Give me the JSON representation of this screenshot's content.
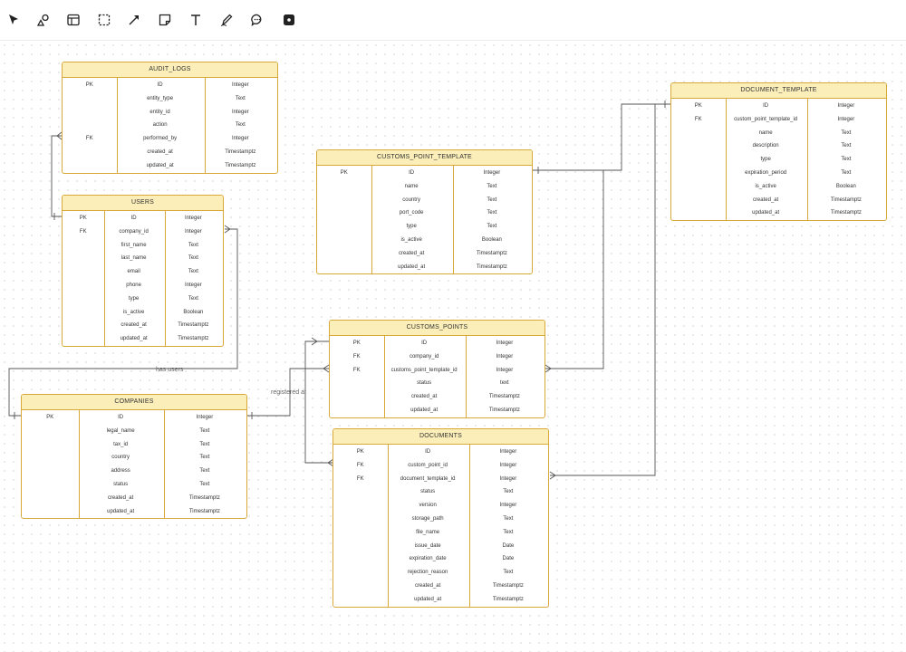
{
  "toolbar": {
    "tools": [
      {
        "name": "select-tool",
        "icon": "cursor-arrow-icon"
      },
      {
        "name": "shapes-tool",
        "icon": "shapes-icon"
      },
      {
        "name": "table-tool",
        "icon": "table-icon"
      },
      {
        "name": "frame-tool",
        "icon": "dashed-frame-icon"
      },
      {
        "name": "arrow-tool",
        "icon": "diagonal-arrow-icon"
      },
      {
        "name": "sticky-note-tool",
        "icon": "sticky-note-icon"
      },
      {
        "name": "text-tool",
        "icon": "text-t-icon"
      },
      {
        "name": "pen-tool",
        "icon": "pen-icon"
      },
      {
        "name": "comment-tool",
        "icon": "comment-bubble-icon"
      },
      {
        "name": "more-tool",
        "icon": "square-dot-icon"
      }
    ]
  },
  "theme": {
    "border": "#d8a838",
    "header": "#fbeeb8",
    "edge": "#555555"
  },
  "tables": [
    {
      "id": "audit_logs",
      "title": "AUDIT_LOGS",
      "rows": [
        [
          "PK",
          "ID",
          "Integer"
        ],
        [
          "",
          "entity_type",
          "Text"
        ],
        [
          "",
          "entity_id",
          "Integer"
        ],
        [
          "",
          "action",
          "Text"
        ],
        [
          "FK",
          "performed_by",
          "Integer"
        ],
        [
          "",
          "created_at",
          "Timestamptz"
        ],
        [
          "",
          "updated_at",
          "Timestamptz"
        ]
      ]
    },
    {
      "id": "users",
      "title": "USERS",
      "rows": [
        [
          "PK",
          "ID",
          "Integer"
        ],
        [
          "FK",
          "company_id",
          "Integer"
        ],
        [
          "",
          "first_name",
          "Text"
        ],
        [
          "",
          "last_name",
          "Text"
        ],
        [
          "",
          "email",
          "Text"
        ],
        [
          "",
          "phone",
          "Integer"
        ],
        [
          "",
          "type",
          "Text"
        ],
        [
          "",
          "is_active",
          "Boolean"
        ],
        [
          "",
          "created_at",
          "Timestamptz"
        ],
        [
          "",
          "updated_at",
          "Timestamptz"
        ]
      ]
    },
    {
      "id": "companies",
      "title": "COMPANIES",
      "rows": [
        [
          "PK",
          "ID",
          "Integer"
        ],
        [
          "",
          "legal_name",
          "Text"
        ],
        [
          "",
          "tax_id",
          "Text"
        ],
        [
          "",
          "country",
          "Text"
        ],
        [
          "",
          "address",
          "Text"
        ],
        [
          "",
          "status",
          "Text"
        ],
        [
          "",
          "created_at",
          "Timestamptz"
        ],
        [
          "",
          "updated_at",
          "Timestamptz"
        ]
      ]
    },
    {
      "id": "customs_point_template",
      "title": "CUSTOMS_POINT_TEMPLATE",
      "rows": [
        [
          "PK",
          "ID",
          "Integer"
        ],
        [
          "",
          "name",
          "Text"
        ],
        [
          "",
          "country",
          "Text"
        ],
        [
          "",
          "port_code",
          "Text"
        ],
        [
          "",
          "type",
          "Text"
        ],
        [
          "",
          "is_active",
          "Boolean"
        ],
        [
          "",
          "created_at",
          "Timestamptz"
        ],
        [
          "",
          "updated_at",
          "Timestamptz"
        ]
      ]
    },
    {
      "id": "customs_points",
      "title": "CUSTOMS_POINTS",
      "rows": [
        [
          "PK",
          "ID",
          "Integer"
        ],
        [
          "FK",
          "company_id",
          "Integer"
        ],
        [
          "FK",
          "customs_point_template_id",
          "Integer"
        ],
        [
          "",
          "status",
          "text"
        ],
        [
          "",
          "created_at",
          "Timestamptz"
        ],
        [
          "",
          "updated_at",
          "Timestamptz"
        ]
      ]
    },
    {
      "id": "document_template",
      "title": "DOCUMENT_TEMPLATE",
      "rows": [
        [
          "PK",
          "ID",
          "Integer"
        ],
        [
          "FK",
          "custom_point_template_id",
          "Integer"
        ],
        [
          "",
          "name",
          "Text"
        ],
        [
          "",
          "description",
          "Text"
        ],
        [
          "",
          "type",
          "Text"
        ],
        [
          "",
          "expiration_period",
          "Text"
        ],
        [
          "",
          "is_active",
          "Boolean"
        ],
        [
          "",
          "created_at",
          "Timestamptz"
        ],
        [
          "",
          "updated_at",
          "Timestamptz"
        ]
      ]
    },
    {
      "id": "documents",
      "title": "DOCUMENTS",
      "rows": [
        [
          "PK",
          "ID",
          "Integer"
        ],
        [
          "FK",
          "custom_point_id",
          "Integer"
        ],
        [
          "FK",
          "document_template_id",
          "Integer"
        ],
        [
          "",
          "status",
          "Text"
        ],
        [
          "",
          "version",
          "Integer"
        ],
        [
          "",
          "storage_path",
          "Text"
        ],
        [
          "",
          "file_name",
          "Text"
        ],
        [
          "",
          "issue_date",
          "Date"
        ],
        [
          "",
          "expiration_date",
          "Date"
        ],
        [
          "",
          "rejection_reason",
          "Text"
        ],
        [
          "",
          "created_at",
          "Timestamptz"
        ],
        [
          "",
          "updated_at",
          "Timestamptz"
        ]
      ]
    }
  ],
  "relationships": [
    {
      "name": "users-audit-logs-edge",
      "label": ""
    },
    {
      "name": "companies-users-edge",
      "label": "has users"
    },
    {
      "name": "companies-customs-points-edge",
      "label": "registered at"
    },
    {
      "name": "template-customs-points-edge",
      "label": ""
    },
    {
      "name": "template-document-template-edge",
      "label": ""
    },
    {
      "name": "customs-points-documents-edge",
      "label": ""
    },
    {
      "name": "document-template-documents-edge",
      "label": ""
    }
  ]
}
